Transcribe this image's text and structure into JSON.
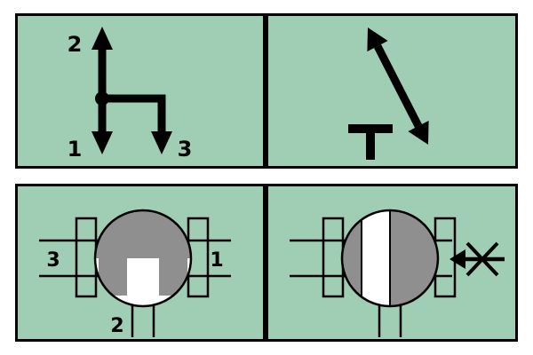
{
  "colors": {
    "page_bg": "#ffffff",
    "panel_bg": "#9fceb5",
    "ball_gray": "#8f8f8f",
    "line": "#000000"
  },
  "panels": {
    "flow_schematic": {
      "labels": {
        "top_port": "2",
        "bottom_left_port": "1",
        "bottom_right_port": "3"
      }
    },
    "ball_top_view": {
      "labels": {
        "left_port": "3",
        "right_port": "1",
        "bottom_port": "2"
      }
    }
  }
}
